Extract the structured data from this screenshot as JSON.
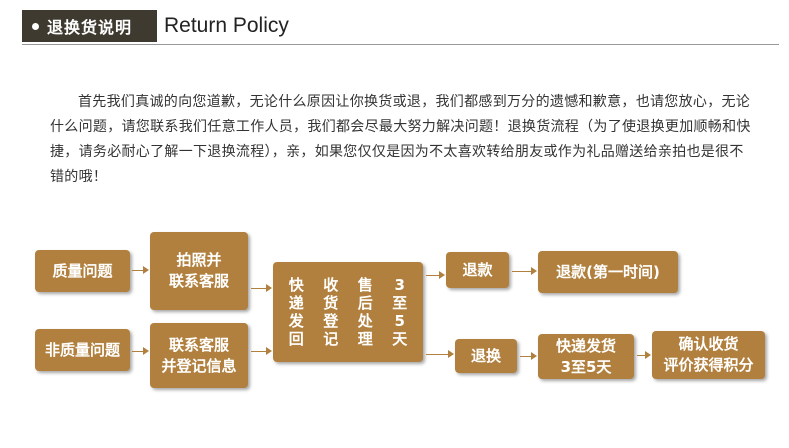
{
  "header": {
    "title_cn": "退换货说明",
    "title_en": "Return Policy"
  },
  "intro": {
    "text": "首先我们真诚的向您道歉，无论什么原因让你换货或退，我们都感到万分的遗憾和歉意，也请您放心，无论什么问题，请您联系我们任意工作人员，我们都会尽最大努力解决问题！退换货流程（为了使退换更加顺畅和快捷，请务必耐心了解一下退换流程），亲，如果您仅仅是因为不太喜欢转给朋友或作为礼品赠送给亲拍也是很不错的哦！"
  },
  "flow": {
    "quality_issue": "质量问题",
    "non_quality_issue": "非质量问题",
    "photo_line1": "拍照并",
    "photo_line2": "联系客服",
    "contact_line1": "联系客服",
    "contact_line2": "并登记信息",
    "ship_cols": [
      [
        "快",
        "递",
        "发",
        "回"
      ],
      [
        "收",
        "货",
        "登",
        "记"
      ],
      [
        "售",
        "后",
        "处",
        "理"
      ],
      [
        "3",
        "至",
        "5",
        "天"
      ]
    ],
    "refund": "退款",
    "refund_detail": "退款(第一时间)",
    "exchange": "退换",
    "express_line1": "快递发货",
    "express_line2": "3至5天",
    "confirm_line1": "确认收货",
    "confirm_line2": "评价获得积分"
  },
  "colors": {
    "box": "#b1803e",
    "header_bg": "#3f3a30"
  }
}
